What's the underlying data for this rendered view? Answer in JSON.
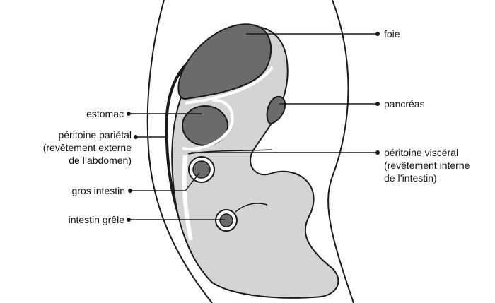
{
  "labels": {
    "foie": "foie",
    "pancreas": "pancréas",
    "estomac": "estomac",
    "peritoine_parietal": {
      "line1": "péritoine pariétal",
      "line2": "(revêtement externe",
      "line3": "de l’abdomen)"
    },
    "peritoine_visceral": {
      "line1": "péritoine viscéral",
      "line2": "(revêtement interne",
      "line3": "de l’intestin)"
    },
    "gros_intestin": "gros intestin",
    "intestin_grele": "intestin grêle"
  },
  "colors": {
    "dark_organ": "#6b6b6b",
    "light_fill": "#d4d4d4",
    "outline": "#1a1a1a"
  }
}
